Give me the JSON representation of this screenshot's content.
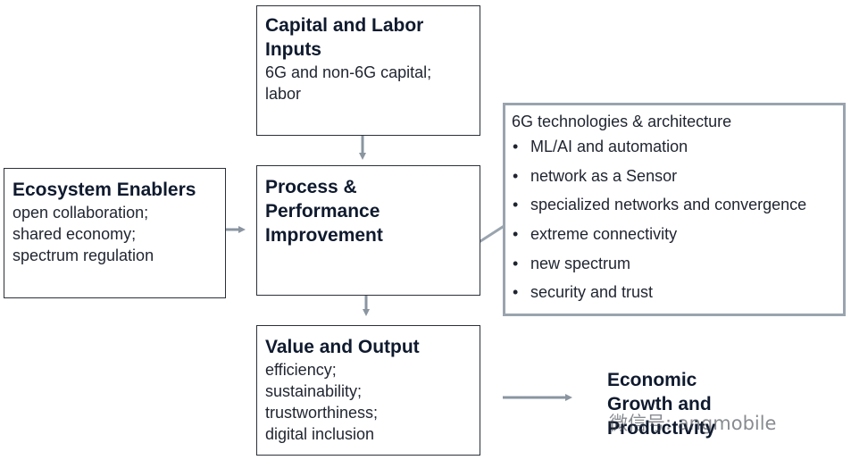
{
  "capital": {
    "title": "Capital and Labor\nInputs",
    "lines": "6G and non-6G capital;\nlabor"
  },
  "ecosystem": {
    "title": "Ecosystem Enablers",
    "lines": "open collaboration;\nshared economy;\nspectrum regulation"
  },
  "process": {
    "title": "Process &\nPerformance\nImprovement"
  },
  "value": {
    "title": "Value and Output",
    "lines": "efficiency;\nsustainability;\ntrustworthiness;\ndigital inclusion"
  },
  "tech": {
    "heading": "6G technologies & architecture",
    "bullet": "•",
    "items": [
      "ML/AI and automation",
      "network as a Sensor",
      "specialized networks and convergence",
      "extreme connectivity",
      "new spectrum",
      "security and trust"
    ]
  },
  "economic": {
    "title": "Economic\nGrowth and\nProductivity"
  },
  "watermark": "微信号: angmobile",
  "colors": {
    "arrow": "#8a95a0",
    "box_border": "#2b3038",
    "tech_border": "#9aa4ae",
    "title_text": "#0f1a2e"
  }
}
